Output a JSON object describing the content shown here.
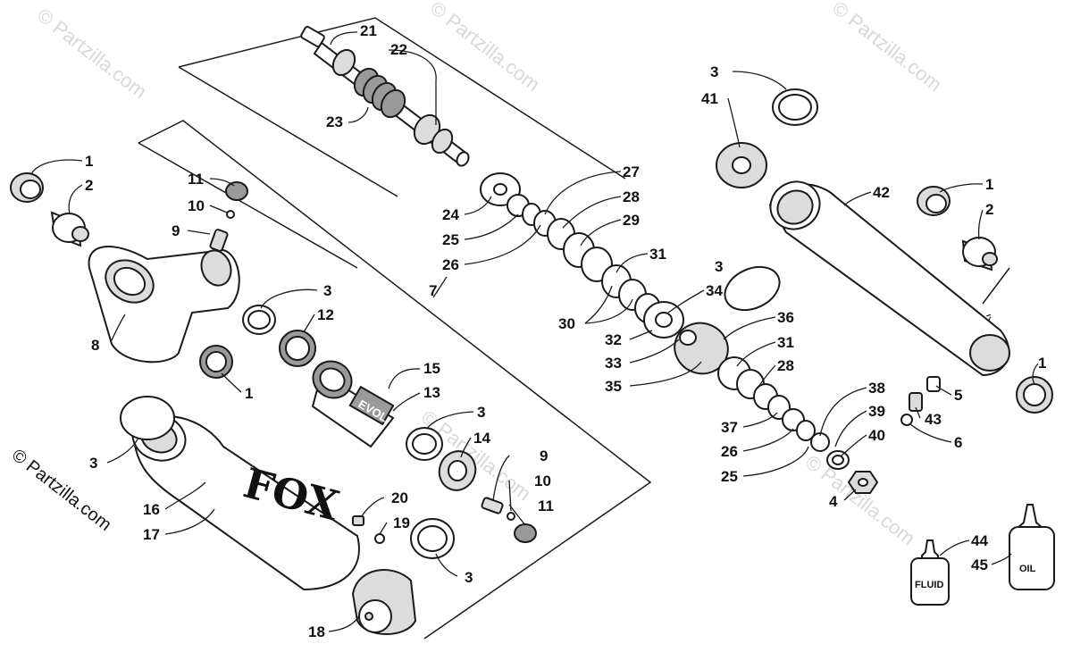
{
  "watermarks": [
    "© Partzilla.com",
    "© Partzilla.com",
    "© Partzilla.com",
    "© Partzilla.com",
    "© Partzilla.com"
  ],
  "copyright_text": "© Partzilla.com",
  "brand_logo_text": "FOX",
  "sleeve_text": "EVOL",
  "bottles": [
    {
      "ref": "44",
      "label": "FLUID"
    },
    {
      "ref": "45",
      "label": "OIL"
    }
  ],
  "callouts": [
    "21",
    "22",
    "23",
    "1",
    "2",
    "11",
    "10",
    "9",
    "8",
    "3",
    "12",
    "7",
    "1",
    "3",
    "15",
    "13",
    "16",
    "17",
    "3",
    "14",
    "9",
    "10",
    "11",
    "20",
    "19",
    "3",
    "18",
    "24",
    "25",
    "26",
    "27",
    "28",
    "29",
    "31",
    "3",
    "34",
    "30",
    "32",
    "33",
    "35",
    "36",
    "31",
    "28",
    "37",
    "26",
    "25",
    "38",
    "39",
    "40",
    "4",
    "3",
    "41",
    "42",
    "1",
    "2",
    "1",
    "5",
    "43",
    "6",
    "44",
    "45"
  ]
}
